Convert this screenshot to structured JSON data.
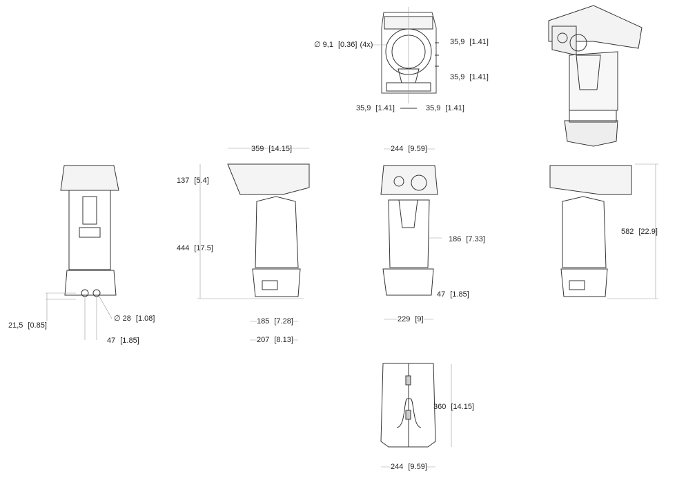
{
  "rear_top_view": {
    "hole": {
      "symbol": "∅",
      "value": "9,1",
      "inch": "[0.36]",
      "count": "(4x)"
    },
    "right_upper": {
      "value": "35,9",
      "inch": "[1.41]"
    },
    "right_lower": {
      "value": "35,9",
      "inch": "[1.41]"
    },
    "bottom_left": {
      "value": "35,9",
      "inch": "[1.41]"
    },
    "bottom_right": {
      "value": "35,9",
      "inch": "[1.41]"
    }
  },
  "rear_view": {
    "base_height": {
      "value": "21,5",
      "inch": "[0.85]"
    },
    "connector_dia": {
      "symbol": "∅",
      "value": "28",
      "inch": "[1.08]"
    },
    "connector_spacing": {
      "value": "47",
      "inch": "[1.85]"
    }
  },
  "side_view_left": {
    "housing_length": {
      "value": "359",
      "inch": "[14.15]"
    },
    "housing_height": {
      "value": "137",
      "inch": "[5.4]"
    },
    "body_height": {
      "value": "444",
      "inch": "[17.5]"
    },
    "base_width": {
      "value": "185",
      "inch": "[7.28]"
    },
    "base_total": {
      "value": "207",
      "inch": "[8.13]"
    }
  },
  "front_view": {
    "housing_width": {
      "value": "244",
      "inch": "[9.59]"
    },
    "body_width": {
      "value": "186",
      "inch": "[7.33]"
    },
    "base_height": {
      "value": "47",
      "inch": "[1.85]"
    },
    "base_width": {
      "value": "229",
      "inch": "[9]"
    }
  },
  "side_view_right": {
    "total_height": {
      "value": "582",
      "inch": "[22.9]"
    }
  },
  "top_view": {
    "length": {
      "value": "360",
      "inch": "[14.15]"
    },
    "width": {
      "value": "244",
      "inch": "[9.59]"
    }
  }
}
